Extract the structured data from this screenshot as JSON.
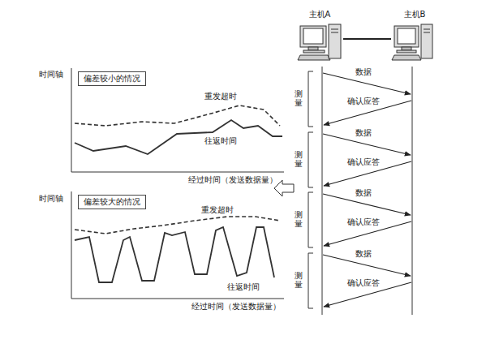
{
  "diagram": {
    "nodes": [
      {
        "text": [
          "主机A"
        ]
      },
      {
        "text": [
          "主机B"
        ]
      },
      {
        "text": [
          "偏差较小的情况"
        ]
      },
      {
        "text": [
          "偏差较大的情况"
        ]
      }
    ],
    "edges": [
      {
        "from": 0,
        "to": 1,
        "arrow": "none"
      }
    ],
    "labels": [
      "时间轴",
      "重发超时",
      "往返时间",
      "经过时间（发送数据量）",
      "时间轴",
      "重发超时",
      "往返时间",
      "经过时间（发送数据量）",
      "测量",
      "数据",
      "确认应答",
      "测量",
      "数据",
      "确认应答",
      "测量",
      "数据",
      "确认应答",
      "测量",
      "数据",
      "确认应答"
    ]
  }
}
